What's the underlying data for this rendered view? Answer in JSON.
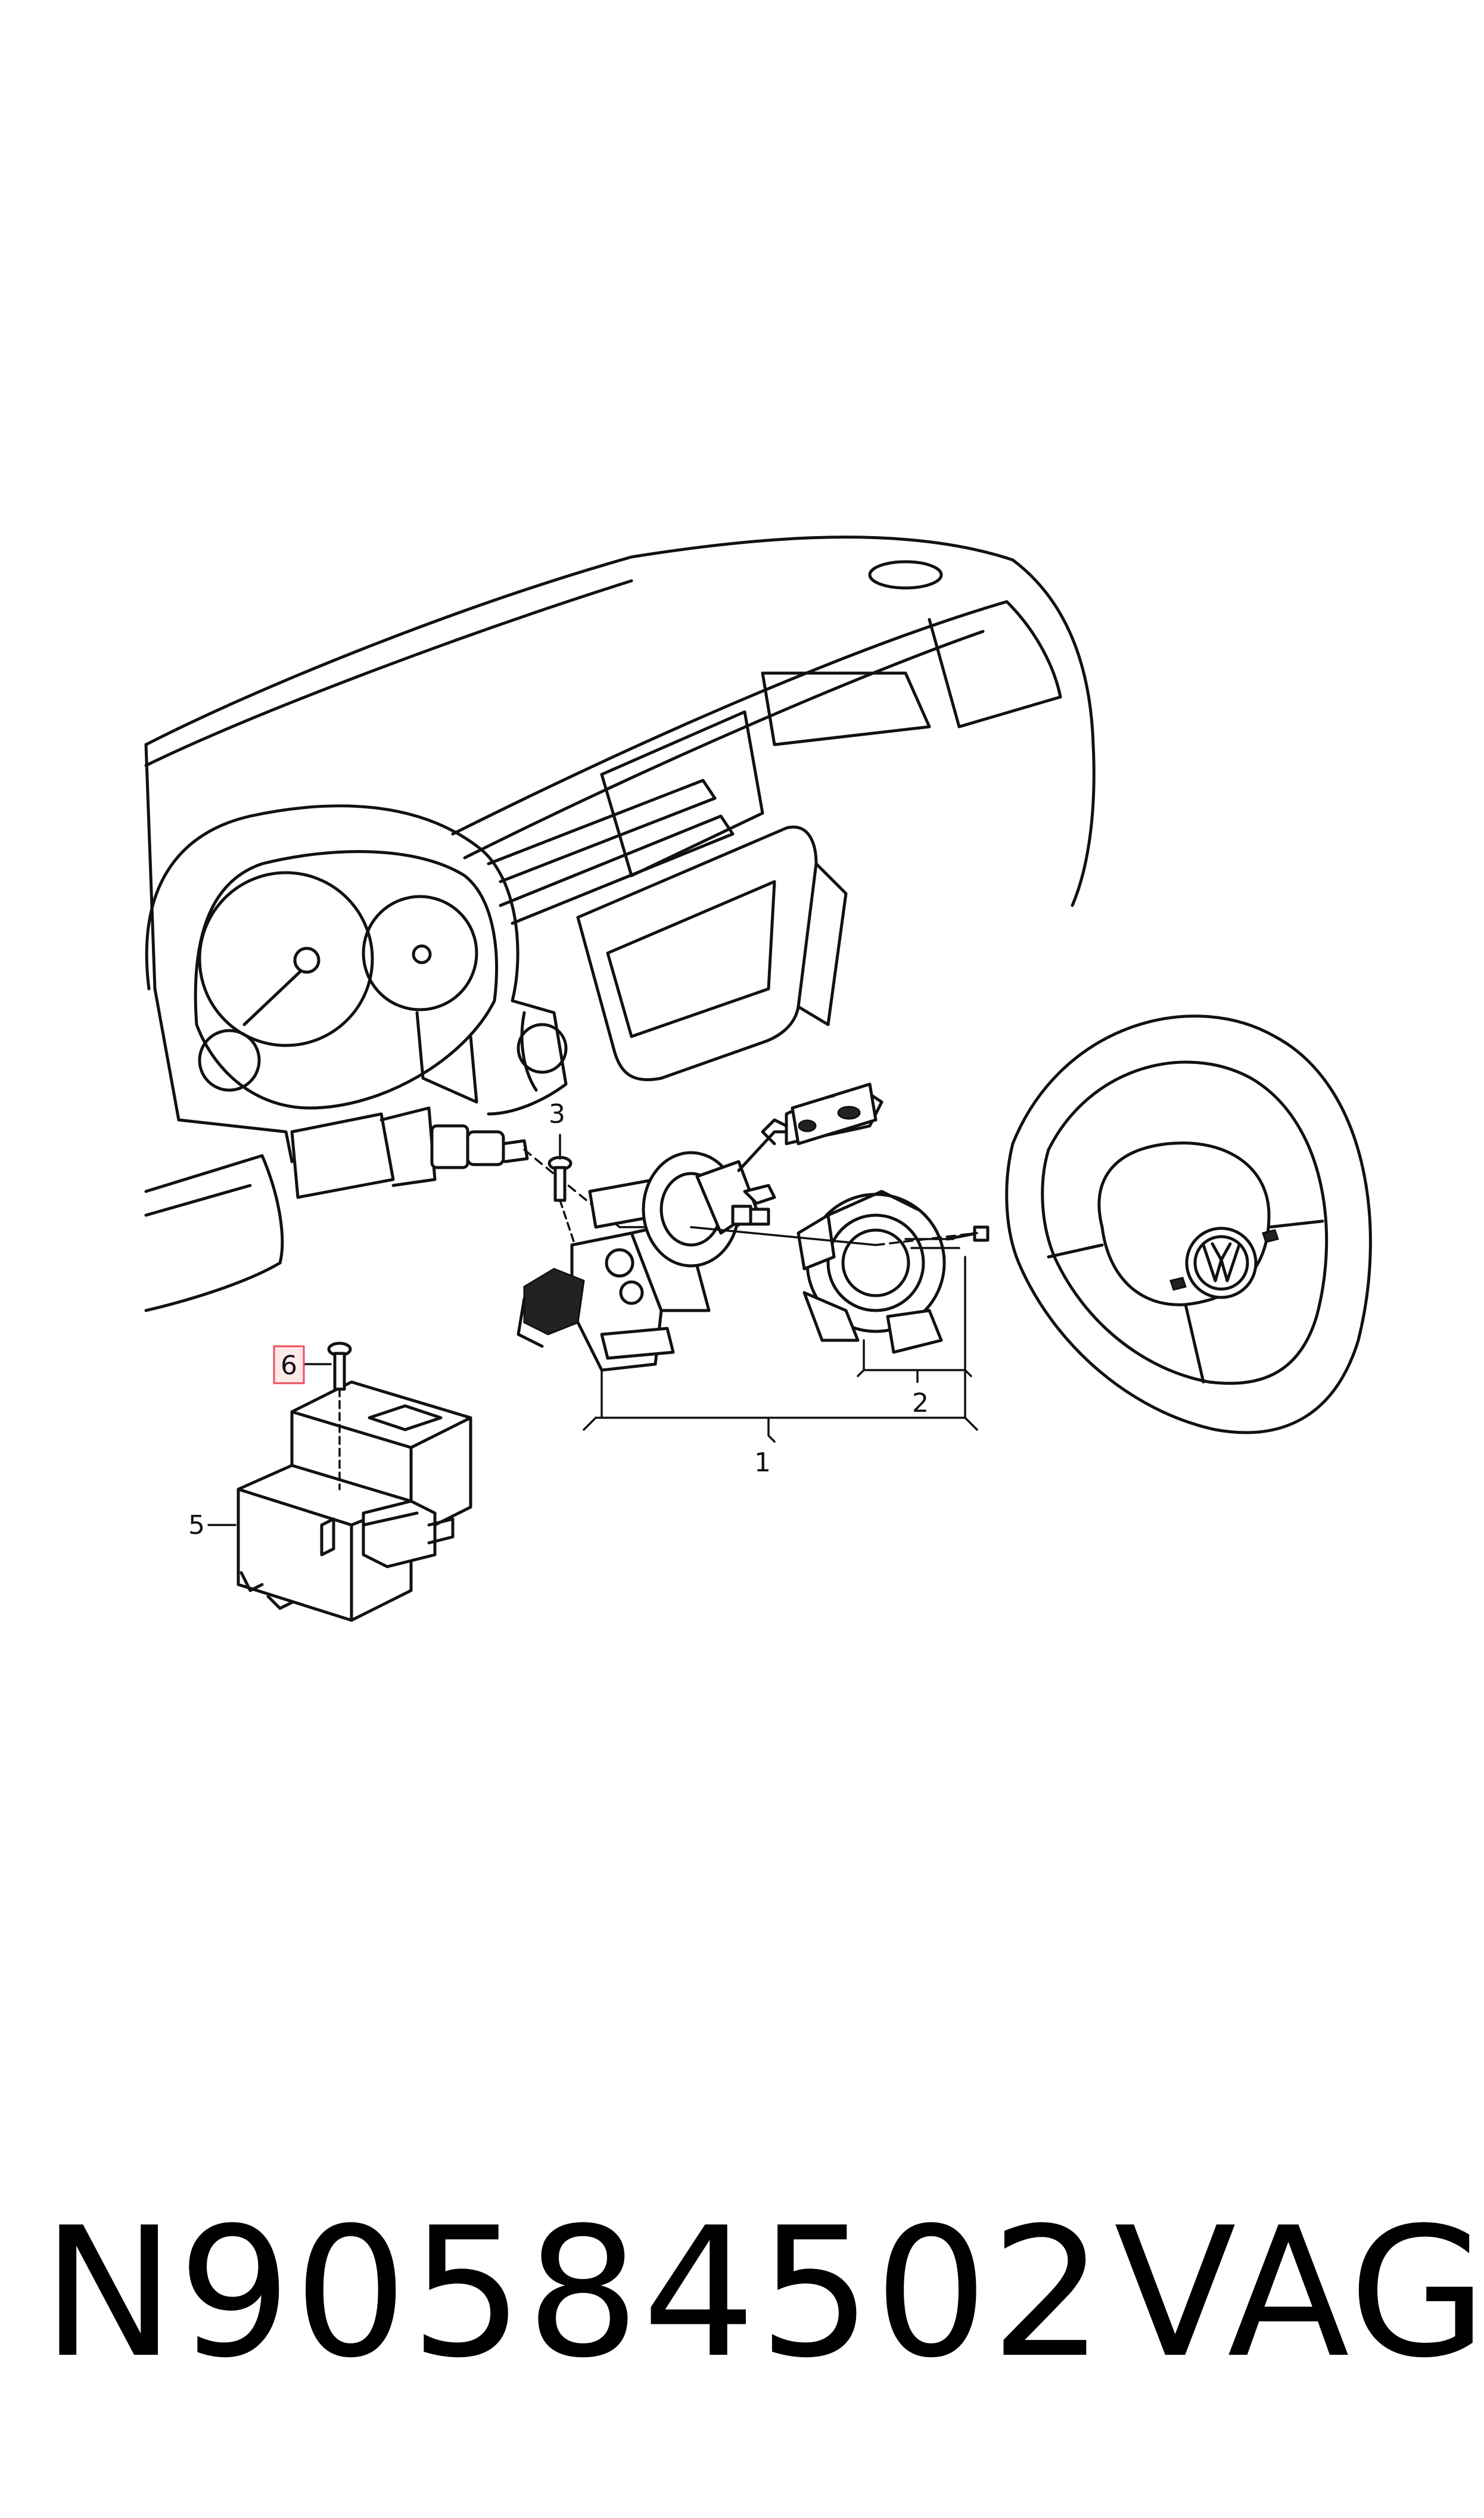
{
  "callouts": [
    {
      "label": "1"
    },
    {
      "label": "2"
    },
    {
      "label": "3"
    },
    {
      "label": "5"
    },
    {
      "label": "6",
      "highlighted": true,
      "highlight_color": "#e8505b"
    }
  ],
  "footer": {
    "part_number": "N90584502",
    "brand": "VAG"
  }
}
